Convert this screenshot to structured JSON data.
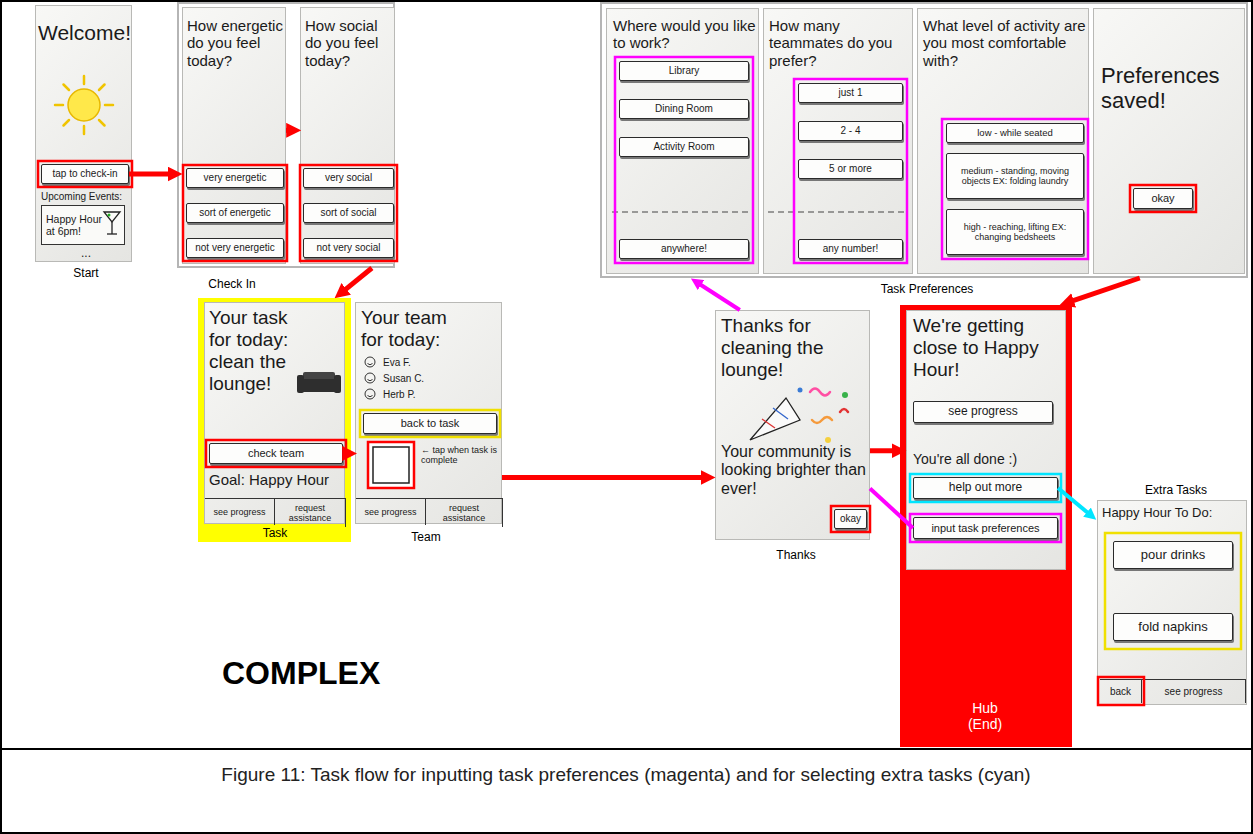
{
  "diagram": {
    "caption": "Figure 11: Task flow for inputting task preferences (magenta) and for selecting extra tasks (cyan)",
    "nodes": [
      {
        "text": [
          "Welcome!",
          "Upcoming Events:",
          "...",
          "Start"
        ]
      },
      {
        "text": [
          "tap to check-in"
        ],
        "in": 0
      },
      {
        "text": [
          "Happy Hour at 6pm!"
        ],
        "in": 0
      },
      {
        "text": [
          "Check In"
        ]
      },
      {
        "text": [
          "How energetic do you feel today?"
        ],
        "in": 3
      },
      {
        "text": [
          "very energetic"
        ],
        "in": 4
      },
      {
        "text": [
          "sort of energetic"
        ],
        "in": 4
      },
      {
        "text": [
          "not very energetic"
        ],
        "in": 4
      },
      {
        "text": [
          "How social do you feel today?"
        ],
        "in": 3
      },
      {
        "text": [
          "very social"
        ],
        "in": 8
      },
      {
        "text": [
          "sort of social"
        ],
        "in": 8
      },
      {
        "text": [
          "not very social"
        ],
        "in": 8
      },
      {
        "text": [
          "Task Preferences"
        ]
      },
      {
        "text": [
          "Where would you like to work?"
        ],
        "in": 12
      },
      {
        "text": [
          "Library"
        ],
        "in": 13
      },
      {
        "text": [
          "Dining Room"
        ],
        "in": 13
      },
      {
        "text": [
          "Activity Room"
        ],
        "in": 13
      },
      {
        "text": [
          "anywhere!"
        ],
        "in": 13
      },
      {
        "text": [
          "How many teammates do you prefer?"
        ],
        "in": 12
      },
      {
        "text": [
          "just 1"
        ],
        "in": 18
      },
      {
        "text": [
          "2 - 4"
        ],
        "in": 18
      },
      {
        "text": [
          "5 or more"
        ],
        "in": 18
      },
      {
        "text": [
          "any number!"
        ],
        "in": 18
      },
      {
        "text": [
          "What level of activity are you most comfortable with?"
        ],
        "in": 12
      },
      {
        "text": [
          "low - while seated"
        ],
        "in": 23
      },
      {
        "text": [
          "medium - standing, moving objects EX: folding laundry"
        ],
        "in": 23
      },
      {
        "text": [
          "high - reaching, lifting EX: changing bedsheets"
        ],
        "in": 23
      },
      {
        "text": [
          "Preferences saved!"
        ],
        "in": 12
      },
      {
        "text": [
          "okay"
        ],
        "in": 27
      },
      {
        "text": [
          "Task"
        ]
      },
      {
        "text": [
          "Your task for today: clean the lounge!",
          "Goal: Happy Hour"
        ],
        "in": 29
      },
      {
        "text": [
          "check team"
        ],
        "in": 30
      },
      {
        "text": [
          "see progress"
        ],
        "in": 30
      },
      {
        "text": [
          "request assistance"
        ],
        "in": 30
      },
      {
        "text": [
          "Your team for today:",
          "Eva F.",
          "Susan C.",
          "Herb P.",
          "← tap when task is complete",
          "Team"
        ]
      },
      {
        "text": [
          "back to task"
        ],
        "in": 34
      },
      {
        "text": [
          "see progress"
        ],
        "in": 34
      },
      {
        "text": [
          "request assistance"
        ],
        "in": 34
      },
      {
        "text": [
          "Thanks for cleaning the lounge!",
          "Your community is looking brighter than ever!",
          "Thanks"
        ]
      },
      {
        "text": [
          "okay"
        ],
        "in": 38
      },
      {
        "text": [
          "Hub (End)"
        ]
      },
      {
        "text": [
          "We're getting close to Happy Hour!",
          "You're all done :)"
        ],
        "in": 40
      },
      {
        "text": [
          "see progress"
        ],
        "in": 41
      },
      {
        "text": [
          "help out more"
        ],
        "in": 41
      },
      {
        "text": [
          "input task preferences"
        ],
        "in": 41
      },
      {
        "text": [
          "Happy Hour To Do:",
          "Extra Tasks"
        ]
      },
      {
        "text": [
          "pour drinks"
        ],
        "in": 45
      },
      {
        "text": [
          "fold napkins"
        ],
        "in": 45
      },
      {
        "text": [
          "back"
        ],
        "in": 45
      },
      {
        "text": [
          "see progress"
        ],
        "in": 45
      }
    ],
    "edges": [
      {
        "from": 1,
        "to": 4,
        "arrow": "to"
      },
      {
        "from": 4,
        "to": 8,
        "arrow": "to"
      },
      {
        "from": 3,
        "to": 29,
        "arrow": "to"
      },
      {
        "from": 31,
        "to": 34,
        "arrow": "to"
      },
      {
        "from": 34,
        "to": 38,
        "arrow": "to"
      },
      {
        "from": 38,
        "to": 41,
        "arrow": "to"
      },
      {
        "from": 44,
        "to": 38,
        "arrow": "none"
      },
      {
        "from": 38,
        "to": 12,
        "arrow": "to"
      },
      {
        "from": 12,
        "to": 40,
        "arrow": "to"
      },
      {
        "from": 43,
        "to": 45,
        "arrow": "to"
      }
    ],
    "labels": [
      "COMPLEX"
    ]
  }
}
